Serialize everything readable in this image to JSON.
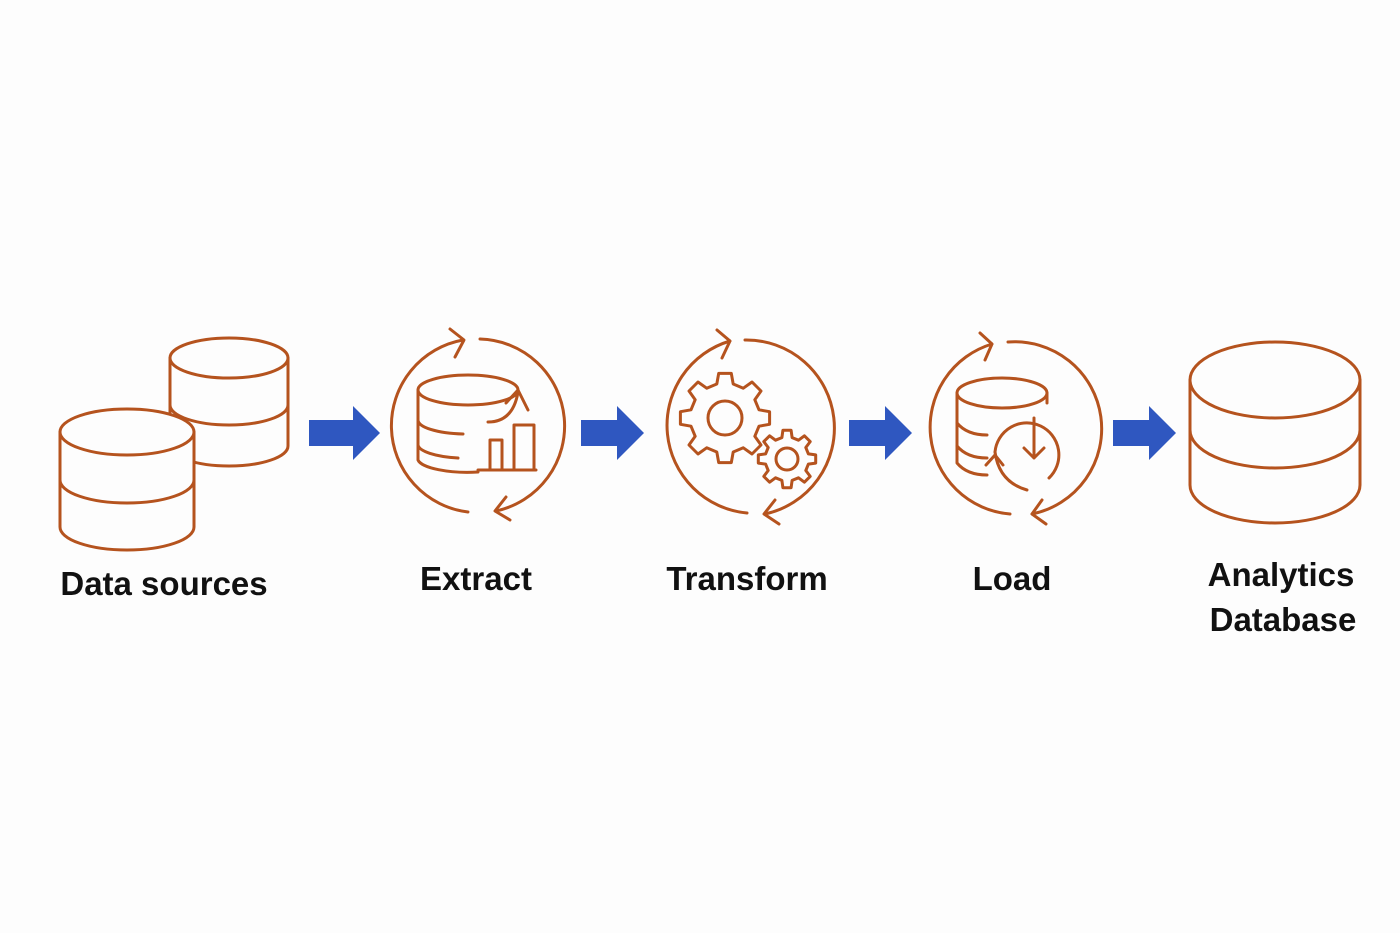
{
  "colors": {
    "icon_stroke": "#b5531e",
    "arrow": "#2f57c0"
  },
  "steps": [
    {
      "label": "Data sources",
      "icon": "database-stack-icon"
    },
    {
      "label": "Extract",
      "icon": "extract-database-chart-icon"
    },
    {
      "label": "Transform",
      "icon": "gears-icon"
    },
    {
      "label": "Load",
      "icon": "load-database-icon"
    },
    {
      "label": "Analytics",
      "label2": "Database",
      "icon": "database-icon"
    }
  ]
}
